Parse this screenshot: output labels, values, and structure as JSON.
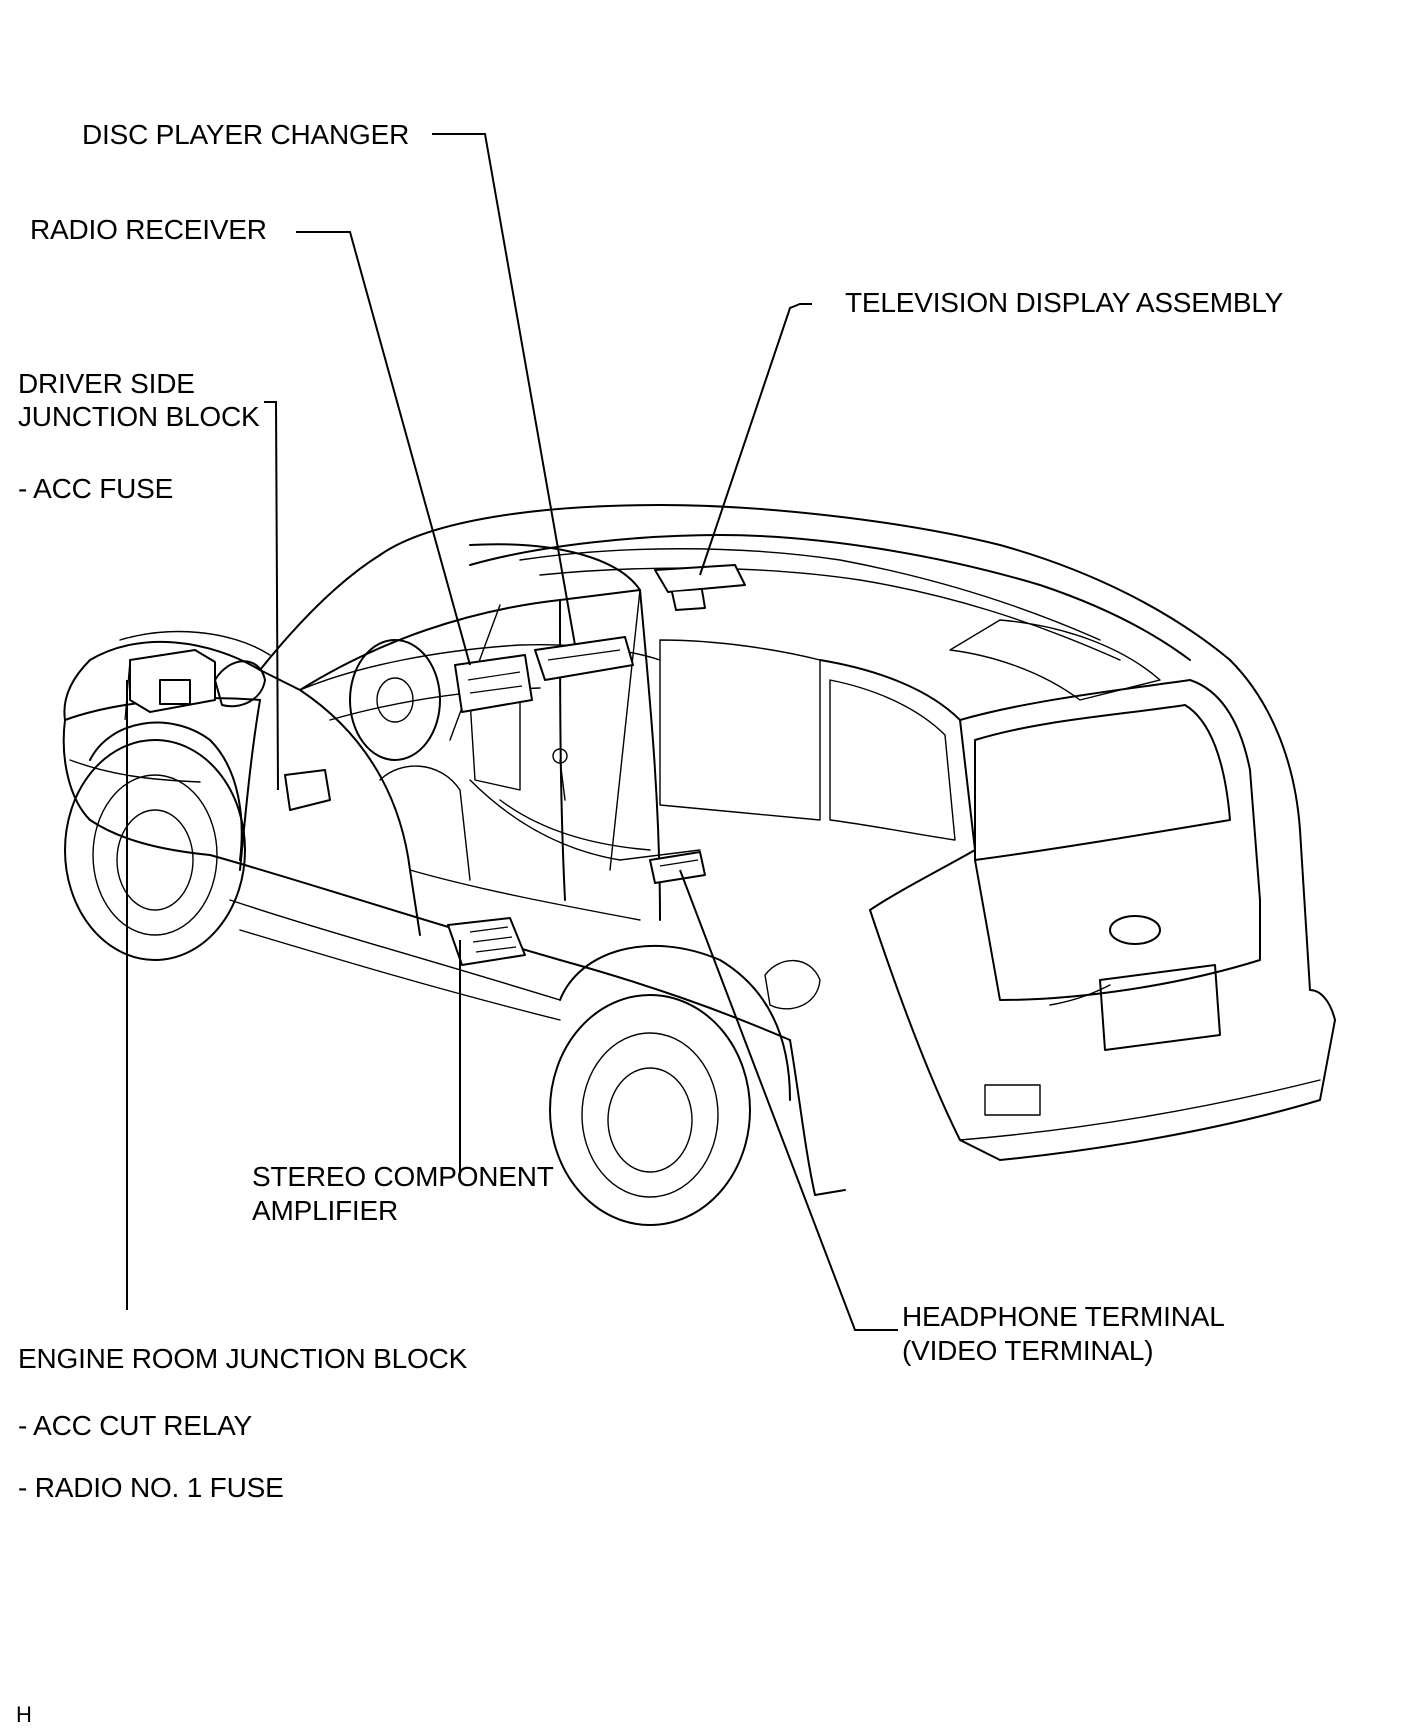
{
  "labels": {
    "disc_player_changer": "DISC PLAYER CHANGER",
    "radio_receiver": "RADIO RECEIVER",
    "television_display_assembly": "TELEVISION DISPLAY ASSEMBLY",
    "driver_side_junction_block_line1": "DRIVER SIDE",
    "driver_side_junction_block_line2": "JUNCTION BLOCK",
    "acc_fuse": "- ACC FUSE",
    "stereo_component_amplifier_line1": "STEREO COMPONENT",
    "stereo_component_amplifier_line2": "AMPLIFIER",
    "headphone_terminal_line1": "HEADPHONE TERMINAL",
    "headphone_terminal_line2": "(VIDEO TERMINAL)",
    "engine_room_junction_block": "ENGINE ROOM JUNCTION BLOCK",
    "acc_cut_relay": "- ACC CUT RELAY",
    "radio_no1_fuse": "- RADIO NO. 1 FUSE"
  },
  "corner_mark": "H"
}
